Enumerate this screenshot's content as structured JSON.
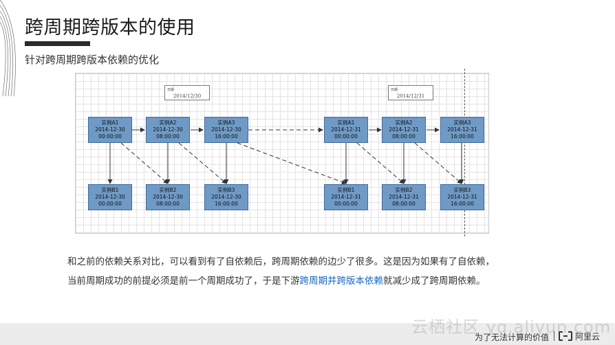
{
  "slide": {
    "title": "跨周期跨版本的使用",
    "subtitle": "针对跨周期跨版本依赖的优化"
  },
  "diagram": {
    "date_boxes": [
      {
        "label": "日期",
        "value": "2014/12/30"
      },
      {
        "label": "日期",
        "value": "2014/12/31"
      }
    ],
    "top_row": [
      {
        "name": "实例A1",
        "date": "2014-12-30",
        "time": "00:00:00"
      },
      {
        "name": "实例A2",
        "date": "2014-12-30",
        "time": "08:00:00"
      },
      {
        "name": "实例A3",
        "date": "2014-12-30",
        "time": "16:00:00"
      },
      {
        "name": "实例A1",
        "date": "2014-12-31",
        "time": "00:00:00"
      },
      {
        "name": "实例A2",
        "date": "2014-12-31",
        "time": "08:00:00"
      },
      {
        "name": "实例A3",
        "date": "2014-12-31",
        "time": "16:00:00"
      }
    ],
    "bottom_row": [
      {
        "name": "实例B1",
        "date": "2014-12-30",
        "time": "00:00:00"
      },
      {
        "name": "实例B2",
        "date": "2014-12-30",
        "time": "08:00:00"
      },
      {
        "name": "实例B3",
        "date": "2014-12-30",
        "time": "16:00:00"
      },
      {
        "name": "实例B1",
        "date": "2014-12-31",
        "time": "00:00:00"
      },
      {
        "name": "实例B2",
        "date": "2014-12-31",
        "time": "08:00:00"
      },
      {
        "name": "实例B3",
        "date": "2014-12-31",
        "time": "16:00:00"
      }
    ]
  },
  "body": {
    "line1": "和之前的依赖关系对比，可以看到有了自依赖后，跨周期依赖的边少了很多。这是因为如果有了自依赖，",
    "line2_before": "当前周期成功的前提必须是前一个周期成功了，于是下游",
    "line2_highlight": "跨周期并跨版本依赖",
    "line2_after": "就减少成了跨周期依赖。"
  },
  "footer": {
    "slogan": "为了无法计算的价值",
    "logo_text": "阿里云",
    "watermark": "云栖社区 yq.aliyun.com"
  },
  "colors": {
    "node_fill": "#6f9ac6",
    "node_border": "#3d6a99",
    "highlight": "#1565c0"
  }
}
